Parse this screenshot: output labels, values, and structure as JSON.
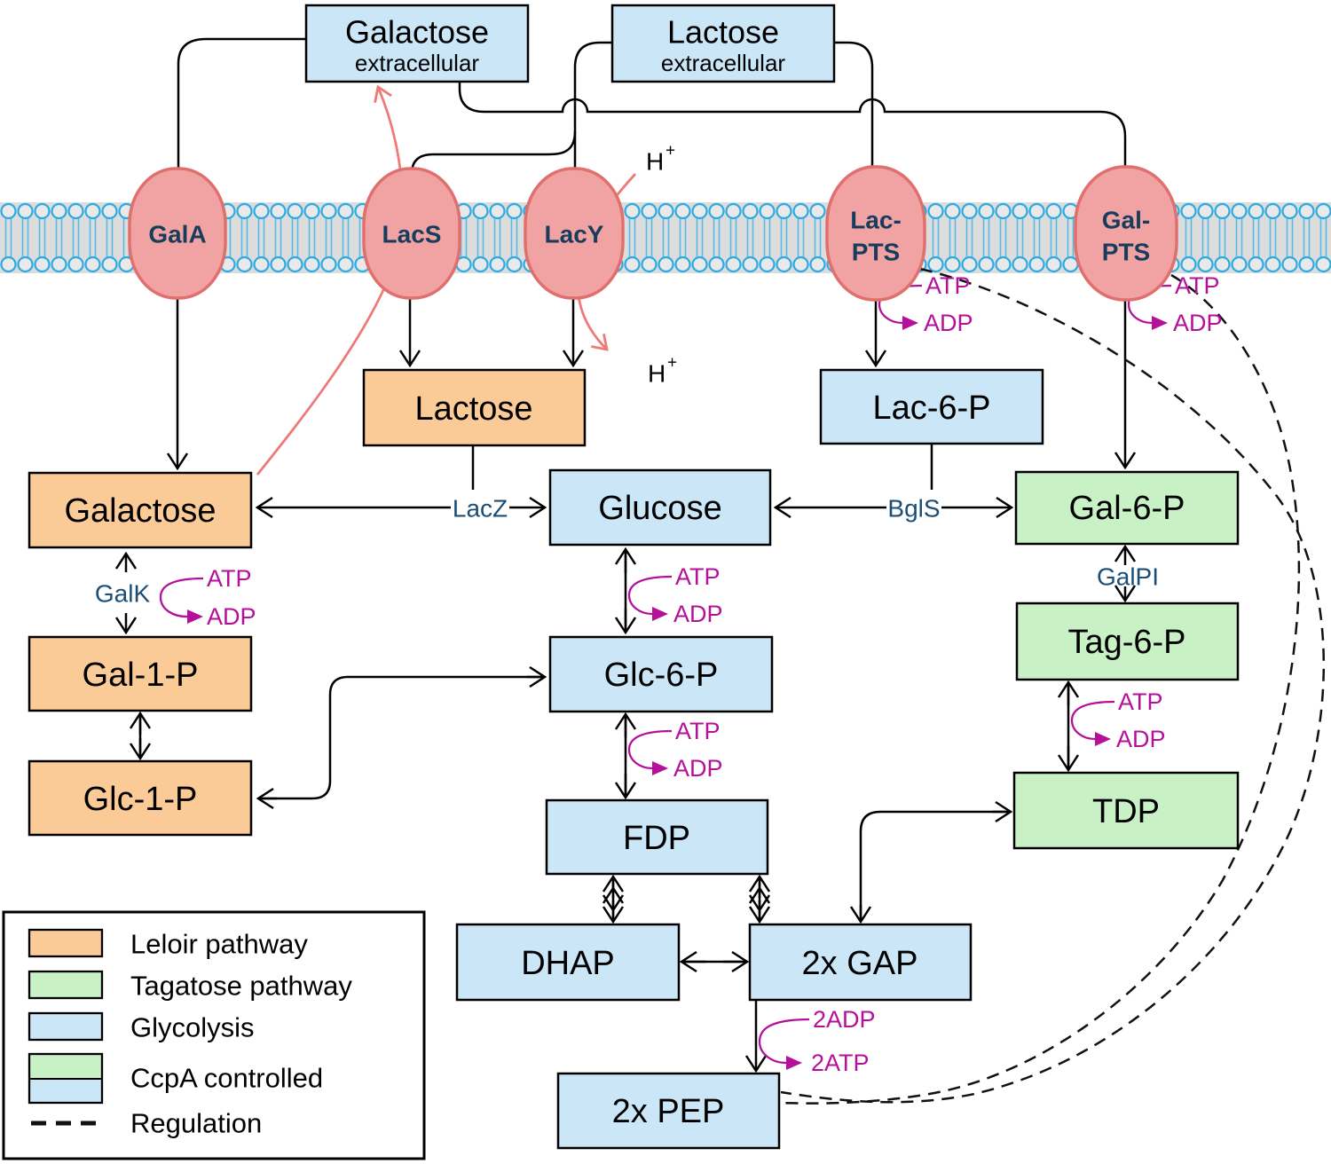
{
  "diagram": {
    "extracellular": {
      "galactose": {
        "title": "Galactose",
        "subtitle": "extracellular"
      },
      "lactose": {
        "title": "Lactose",
        "subtitle": "extracellular"
      }
    },
    "transporters": {
      "gala": "GalA",
      "lacs": "LacS",
      "lacy": "LacY",
      "lacpts_line1": "Lac-",
      "lacpts_line2": "PTS",
      "galpts_line1": "Gal-",
      "galpts_line2": "PTS"
    },
    "metabolites": {
      "lactose_in": "Lactose",
      "lac6p": "Lac-6-P",
      "galactose": "Galactose",
      "glucose": "Glucose",
      "gal6p": "Gal-6-P",
      "gal1p": "Gal-1-P",
      "glc6p": "Glc-6-P",
      "tag6p": "Tag-6-P",
      "glc1p": "Glc-1-P",
      "fdp": "FDP",
      "tdp": "TDP",
      "dhap": "DHAP",
      "gap": "2x GAP",
      "pep": "2x PEP"
    },
    "enzymes": {
      "lacz": "LacZ",
      "bgls": "BglS",
      "galk": "GalK",
      "galpi": "GalPI"
    },
    "cofactors": {
      "atp": "ATP",
      "adp": "ADP",
      "two_adp": "2ADP",
      "two_atp": "2ATP"
    },
    "ions": {
      "proton_base": "H",
      "proton_sup": "+"
    },
    "legend": {
      "items": [
        {
          "label": "Leloir pathway"
        },
        {
          "label": "Tagatose pathway"
        },
        {
          "label": "Glycolysis"
        },
        {
          "label": "CcpA controlled"
        },
        {
          "label": "Regulation"
        }
      ]
    },
    "colors": {
      "leloir": "#fbcb97",
      "tagatose": "#c8f2c6",
      "glycolysis": "#cae6f7",
      "transporter": "#f1a3a3",
      "membrane_band": "#dcdcdc",
      "membrane_head": "#e9e9e9",
      "membrane_stroke": "#2aabe2",
      "white": "#ffffff"
    }
  }
}
